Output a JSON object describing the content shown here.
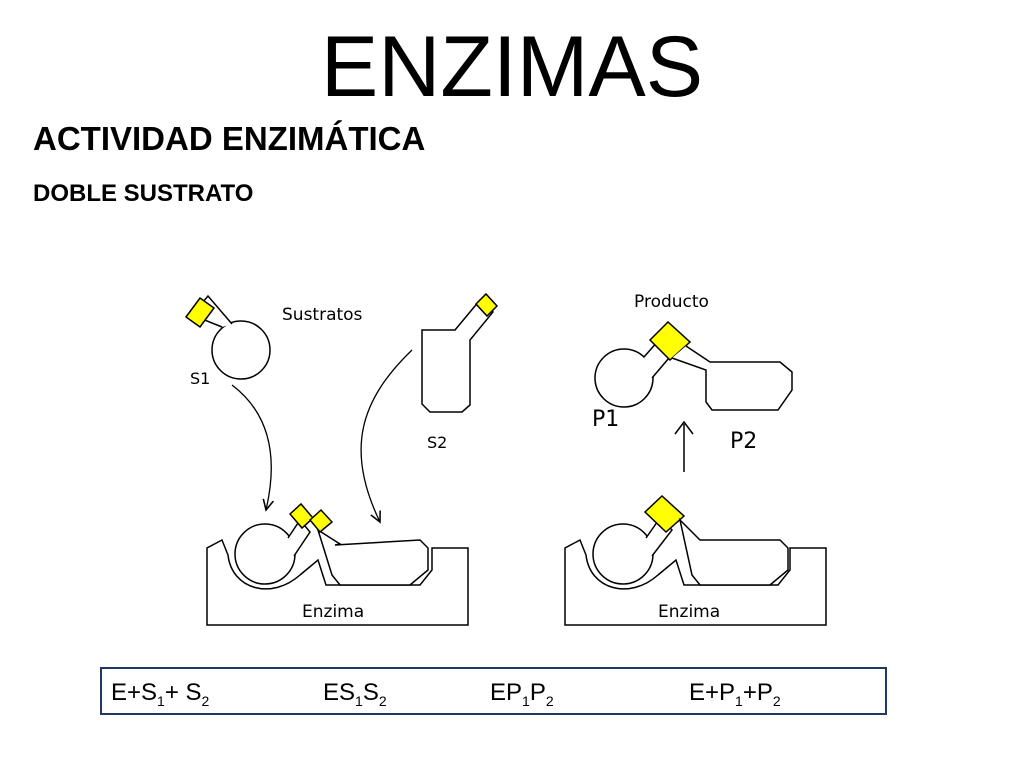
{
  "title": "ENZIMAS",
  "subtitle": "ACTIVIDAD ENZIMÁTICA",
  "section": "DOBLE SUSTRATO",
  "diagram": {
    "sustratos_label": "Sustratos",
    "s1_label": "S1",
    "s2_label": "S2",
    "producto_label": "Producto",
    "p1_label": "P1",
    "p2_label": "P2",
    "enzima_label_left": "Enzima",
    "enzima_label_right": "Enzima"
  },
  "equation": {
    "term1": "E+S",
    "term1_sub1": "1",
    "term1_mid": "+ S",
    "term1_sub2": "2",
    "term2": "ES",
    "term2_sub1": "1",
    "term2_mid": "S",
    "term2_sub2": "2",
    "term3": "EP",
    "term3_sub1": "1",
    "term3_mid": "P",
    "term3_sub2": "2",
    "term4": "E+P",
    "term4_sub1": "1",
    "term4_mid": "+P",
    "term4_sub2": "2"
  },
  "colors": {
    "highlight": "#ffff00",
    "outline": "#000000",
    "arrow": "#1f3a93",
    "box_border": "#203864"
  }
}
